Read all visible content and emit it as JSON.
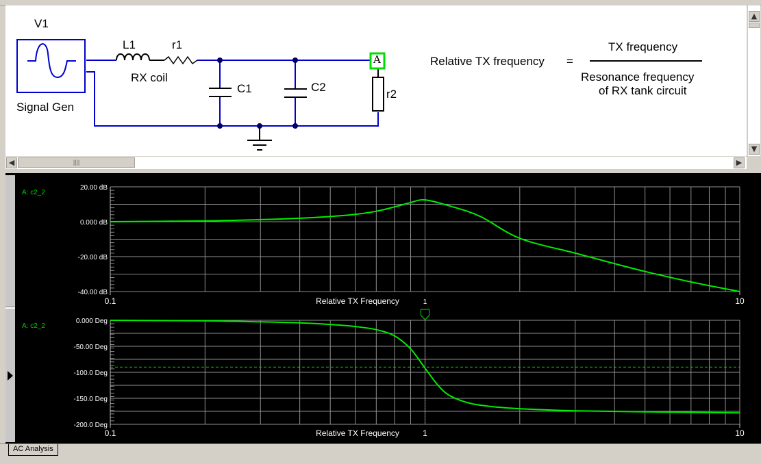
{
  "schematic": {
    "source": {
      "ref": "V1",
      "label": "Signal Gen"
    },
    "inductor": {
      "ref": "L1",
      "label": "RX coil"
    },
    "resistor1": {
      "ref": "r1"
    },
    "capacitor1": {
      "ref": "C1"
    },
    "capacitor2": {
      "ref": "C2"
    },
    "resistor2": {
      "ref": "r2"
    },
    "probe": {
      "label": "A"
    },
    "equation": {
      "lhs": "Relative TX frequency",
      "equals": "=",
      "numerator": "TX frequency",
      "denominator_line1": "Resonance frequency",
      "denominator_line2": "of RX tank circuit"
    },
    "colors": {
      "wire": "#0000cc",
      "probe": "#00dd00"
    }
  },
  "scrollbars": {
    "up": "▲",
    "down": "▼",
    "left": "◀",
    "right": "▶",
    "grip": "||||"
  },
  "tabs": [
    {
      "label": "AC Analysis",
      "active": true
    }
  ],
  "chart_data": [
    {
      "type": "line",
      "trace_label": "A: c2_2",
      "xlabel": "Relative TX Frequency",
      "xscale": "log",
      "xlim": [
        0.1,
        10
      ],
      "xticks": [
        "0.1",
        "1",
        "10"
      ],
      "ylabel": "",
      "ylim": [
        -40,
        20
      ],
      "yticks": [
        "20.00 dB",
        "0.000 dB",
        "-20.00 dB",
        "-40.00 dB"
      ],
      "ytick_values": [
        20,
        0,
        -20,
        -40
      ],
      "grid": true,
      "color": "#00ee00",
      "x": [
        0.1,
        0.2,
        0.3,
        0.4,
        0.5,
        0.6,
        0.7,
        0.8,
        0.9,
        1.0,
        1.2,
        1.5,
        2,
        3,
        4,
        5,
        7,
        10
      ],
      "values": [
        0.0,
        0.5,
        1.2,
        2.0,
        3.0,
        4.2,
        6.0,
        8.5,
        11.0,
        12.5,
        9.0,
        3.0,
        -9.5,
        -18.0,
        -24.0,
        -28.5,
        -34.5,
        -40.0
      ]
    },
    {
      "type": "line",
      "trace_label": "A: c2_2",
      "xlabel": "Relative TX Frequency",
      "xscale": "log",
      "xlim": [
        0.1,
        10
      ],
      "xticks": [
        "0.1",
        "1",
        "10"
      ],
      "ylim": [
        -200,
        0
      ],
      "yticks": [
        "0.000 Deg",
        "-50.00 Deg",
        "-100.0 Deg",
        "-150.0 Deg",
        "-200.0 Deg"
      ],
      "ytick_values": [
        0,
        -50,
        -100,
        -150,
        -200
      ],
      "grid": true,
      "color": "#00ee00",
      "reference_line": {
        "value": -90,
        "style": "dashed"
      },
      "cursor_x": 1,
      "x": [
        0.1,
        0.2,
        0.3,
        0.4,
        0.5,
        0.6,
        0.7,
        0.8,
        0.9,
        1.0,
        1.1,
        1.2,
        1.4,
        1.7,
        2,
        3,
        5,
        10
      ],
      "values": [
        0,
        -1,
        -3,
        -5,
        -8,
        -12,
        -18,
        -30,
        -55,
        -92,
        -125,
        -145,
        -160,
        -167,
        -170,
        -174,
        -176,
        -178
      ]
    }
  ]
}
